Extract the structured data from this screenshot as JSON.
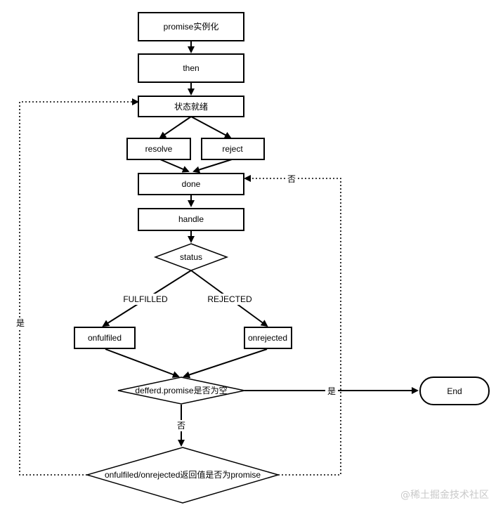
{
  "nodes": {
    "instantiate": "promise实例化",
    "then": "then",
    "state_ready": "状态就绪",
    "resolve": "resolve",
    "reject": "reject",
    "done": "done",
    "handle": "handle",
    "status": "status",
    "onfulfilled": "onfulfiled",
    "onrejected": "onrejected",
    "deferred_empty": "defferd.promise是否为空",
    "returns_promise": "onfulfiled/onrejected返回值是否为promise",
    "end": "End"
  },
  "edge_labels": {
    "fulfilled": "FULFILLED",
    "rejected": "REJECTED",
    "yes_to_end": "是",
    "no_down": "否",
    "no_back": "否",
    "yes_back": "是"
  },
  "watermark": "@稀土掘金技术社区"
}
